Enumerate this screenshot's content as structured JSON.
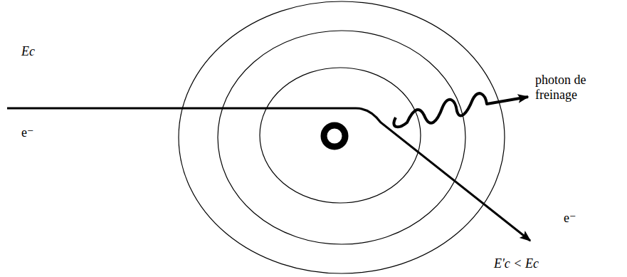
{
  "diagram": {
    "labels": [
      "Ec",
      "e⁻",
      "photon de freinage",
      "e⁻",
      "E'c < Ec"
    ]
  }
}
